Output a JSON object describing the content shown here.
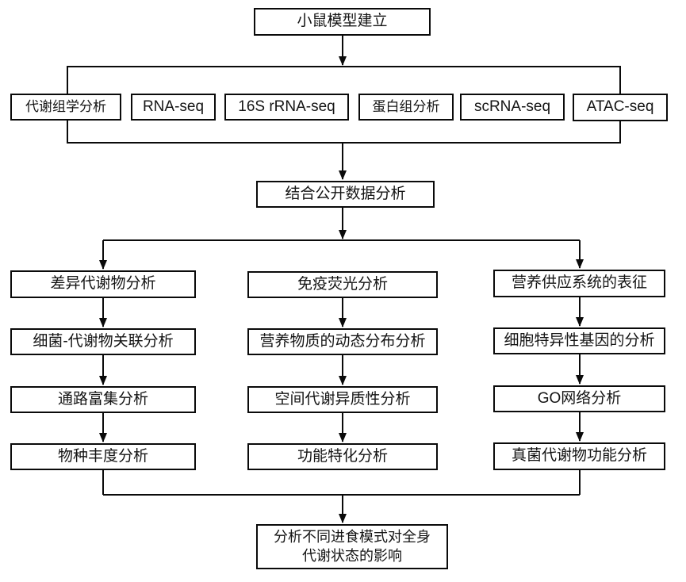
{
  "diagram": {
    "type": "flowchart",
    "background_color": "#ffffff",
    "line_color": "#0a0a0a",
    "box_border_color": "#0a0a0a",
    "box_fill_color": "#ffffff",
    "nodes": [
      {
        "id": "mouse-model",
        "label": "小鼠模型建立"
      },
      {
        "id": "metabolomics",
        "label": "代谢组学分析"
      },
      {
        "id": "rna-seq",
        "label": "RNA-seq"
      },
      {
        "id": "16s-rrna-seq",
        "label": "16S rRNA-seq"
      },
      {
        "id": "proteomics",
        "label": "蛋白组分析"
      },
      {
        "id": "scrna-seq",
        "label": "scRNA-seq"
      },
      {
        "id": "atac-seq",
        "label": "ATAC-seq"
      },
      {
        "id": "public-data",
        "label": "结合公开数据分析"
      },
      {
        "id": "diff-metabolites",
        "label": "差异代谢物分析"
      },
      {
        "id": "bacteria-metabolite",
        "label": "细菌-代谢物关联分析"
      },
      {
        "id": "pathway-enrichment",
        "label": "通路富集分析"
      },
      {
        "id": "species-abundance",
        "label": "物种丰度分析"
      },
      {
        "id": "immunofluorescence",
        "label": "免疫荧光分析"
      },
      {
        "id": "nutrient-distribution",
        "label": "营养物质的动态分布分析"
      },
      {
        "id": "spatial-heterogeneity",
        "label": "空间代谢异质性分析"
      },
      {
        "id": "functional-specialization",
        "label": "功能特化分析"
      },
      {
        "id": "nutrient-supply",
        "label": "营养供应系统的表征"
      },
      {
        "id": "cell-specific-genes",
        "label": "细胞特异性基因的分析"
      },
      {
        "id": "go-network",
        "label": "GO网络分析"
      },
      {
        "id": "fungal-metabolites",
        "label": "真菌代谢物功能分析"
      },
      {
        "id": "final-conclusion",
        "label": "分析不同进食模式对全身\n代谢状态的影响"
      }
    ],
    "edges": [
      [
        "mouse-model",
        "metabolomics"
      ],
      [
        "mouse-model",
        "rna-seq"
      ],
      [
        "mouse-model",
        "16s-rrna-seq"
      ],
      [
        "mouse-model",
        "proteomics"
      ],
      [
        "mouse-model",
        "scrna-seq"
      ],
      [
        "mouse-model",
        "atac-seq"
      ],
      [
        "metabolomics",
        "public-data"
      ],
      [
        "rna-seq",
        "public-data"
      ],
      [
        "16s-rrna-seq",
        "public-data"
      ],
      [
        "proteomics",
        "public-data"
      ],
      [
        "scrna-seq",
        "public-data"
      ],
      [
        "atac-seq",
        "public-data"
      ],
      [
        "public-data",
        "diff-metabolites"
      ],
      [
        "public-data",
        "immunofluorescence"
      ],
      [
        "public-data",
        "nutrient-supply"
      ],
      [
        "diff-metabolites",
        "bacteria-metabolite"
      ],
      [
        "bacteria-metabolite",
        "pathway-enrichment"
      ],
      [
        "pathway-enrichment",
        "species-abundance"
      ],
      [
        "immunofluorescence",
        "nutrient-distribution"
      ],
      [
        "nutrient-distribution",
        "spatial-heterogeneity"
      ],
      [
        "spatial-heterogeneity",
        "functional-specialization"
      ],
      [
        "nutrient-supply",
        "cell-specific-genes"
      ],
      [
        "cell-specific-genes",
        "go-network"
      ],
      [
        "go-network",
        "fungal-metabolites"
      ],
      [
        "species-abundance",
        "final-conclusion"
      ],
      [
        "functional-specialization",
        "final-conclusion"
      ],
      [
        "fungal-metabolites",
        "final-conclusion"
      ]
    ]
  }
}
